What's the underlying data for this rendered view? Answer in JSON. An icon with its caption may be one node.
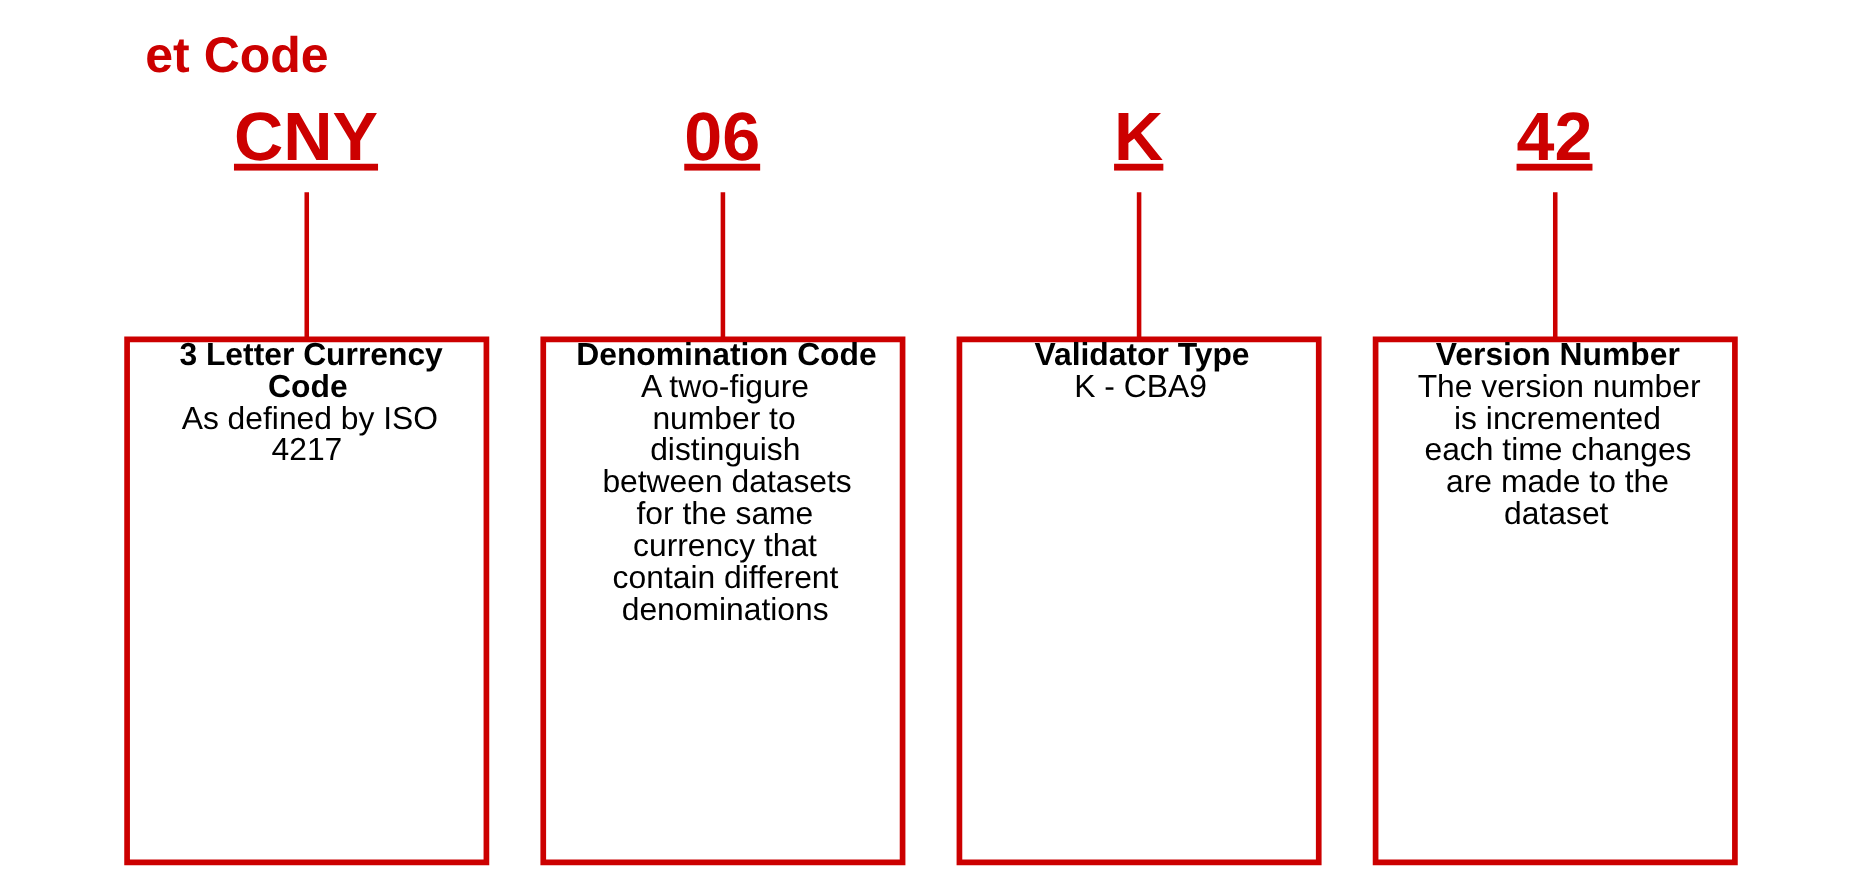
{
  "diagram": {
    "title": "et Code",
    "nodes": [
      {
        "text": [
          "CNY"
        ]
      },
      {
        "text": [
          "06"
        ]
      },
      {
        "text": [
          "K"
        ]
      },
      {
        "text": [
          "42"
        ]
      },
      {
        "text": [
          "3 Letter Currency Code",
          "As defined by ISO 4217"
        ]
      },
      {
        "text": [
          "Denomination Code",
          "A two-figure number to distinguish between datasets for the same currency that contain different denominations"
        ]
      },
      {
        "text": [
          "Validator Type",
          "K - CBA9"
        ]
      },
      {
        "text": [
          "Version Number",
          "The version number is incremented each time changes are made to the dataset"
        ]
      }
    ],
    "edges": [
      {
        "from": 0,
        "to": 4,
        "arrow": "none"
      },
      {
        "from": 1,
        "to": 5,
        "arrow": "none"
      },
      {
        "from": 2,
        "to": 6,
        "arrow": "none"
      },
      {
        "from": 3,
        "to": 7,
        "arrow": "none"
      }
    ]
  }
}
